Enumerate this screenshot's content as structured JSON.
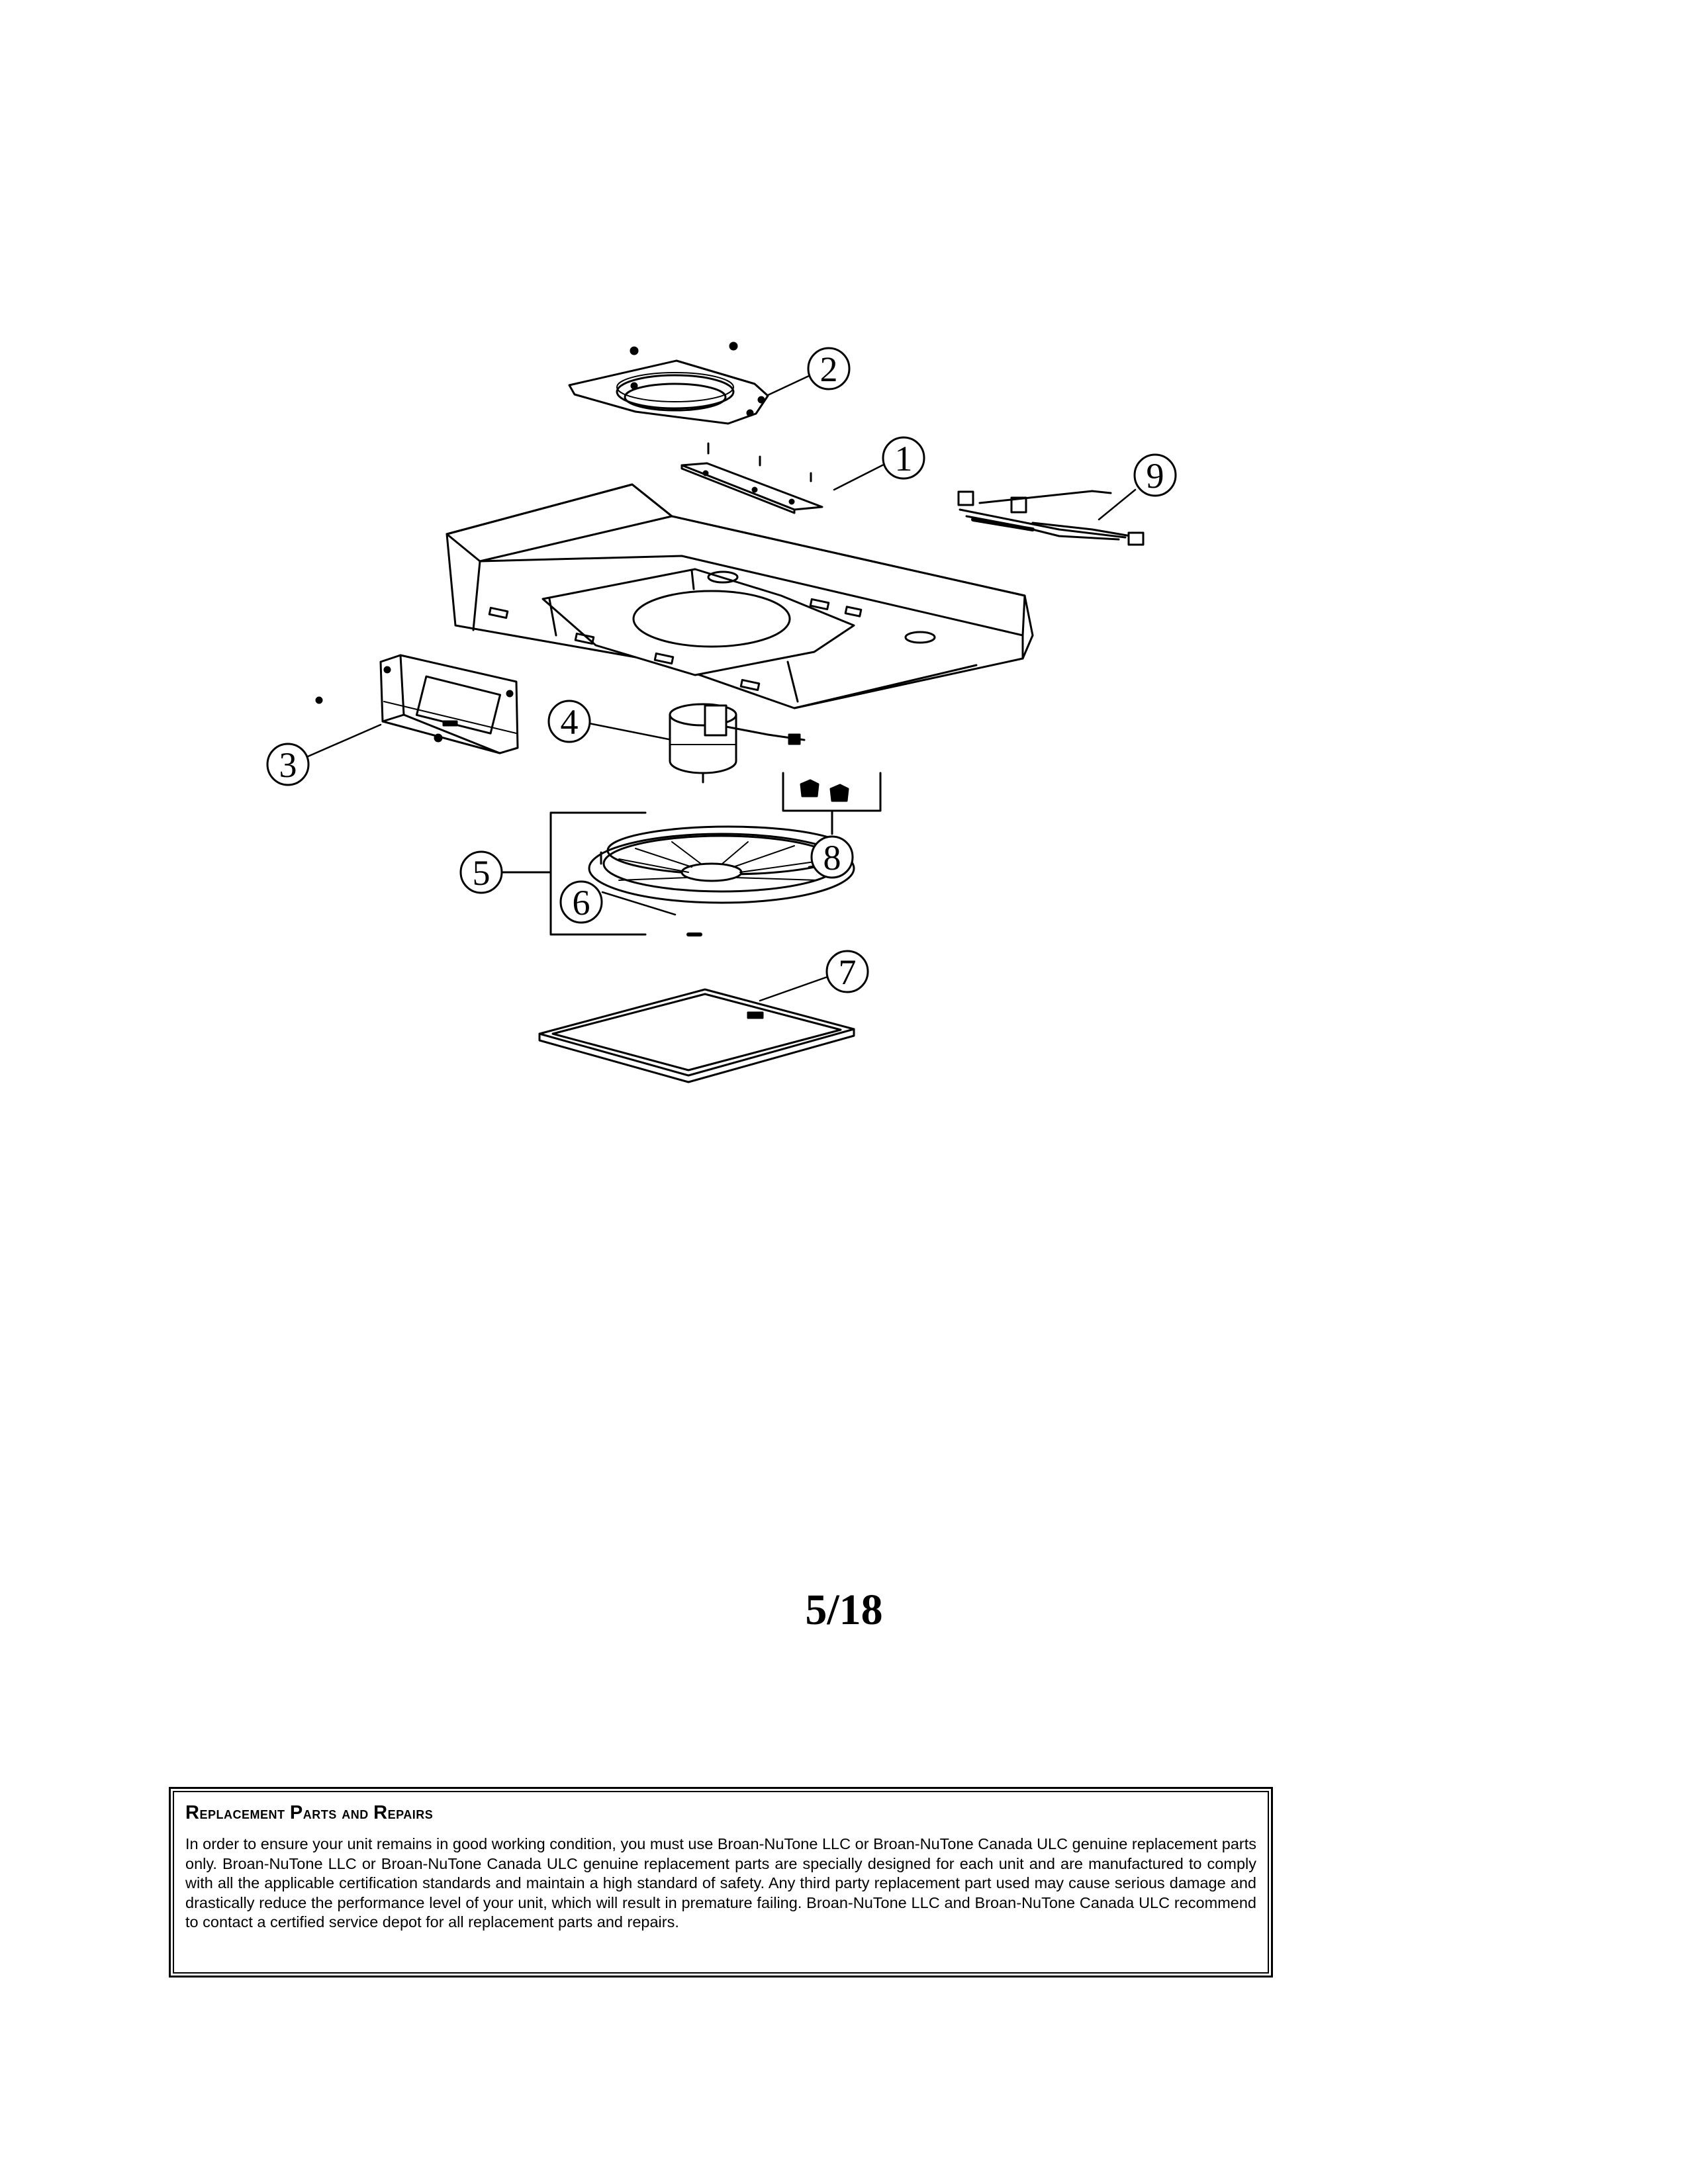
{
  "diagram": {
    "callouts": [
      {
        "id": "1",
        "label": "1"
      },
      {
        "id": "2",
        "label": "2"
      },
      {
        "id": "3",
        "label": "3"
      },
      {
        "id": "4",
        "label": "4"
      },
      {
        "id": "5",
        "label": "5"
      },
      {
        "id": "6",
        "label": "6"
      },
      {
        "id": "7",
        "label": "7"
      },
      {
        "id": "8",
        "label": "8"
      },
      {
        "id": "9",
        "label": "9"
      }
    ]
  },
  "page_number": "5/18",
  "notice": {
    "title_first_letters": [
      "R",
      "P",
      "R"
    ],
    "title_words": [
      "eplacement",
      "arts and",
      "epairs"
    ],
    "body": "In order to ensure your unit remains in good working condition, you must use Broan-NuTone LLC or Broan-NuTone Canada ULC genuine replacement parts only. Broan-NuTone LLC or Broan-NuTone Canada ULC genuine replacement parts are specially designed for each unit and are manufactured to comply with all the applicable certification standards and maintain a high standard of safety. Any third party replacement part used may cause serious damage and drastically reduce the performance level of your unit, which will result in premature failing. Broan-NuTone LLC and Broan-NuTone Canada ULC recommend to contact a certified service depot for all replacement parts and repairs."
  }
}
